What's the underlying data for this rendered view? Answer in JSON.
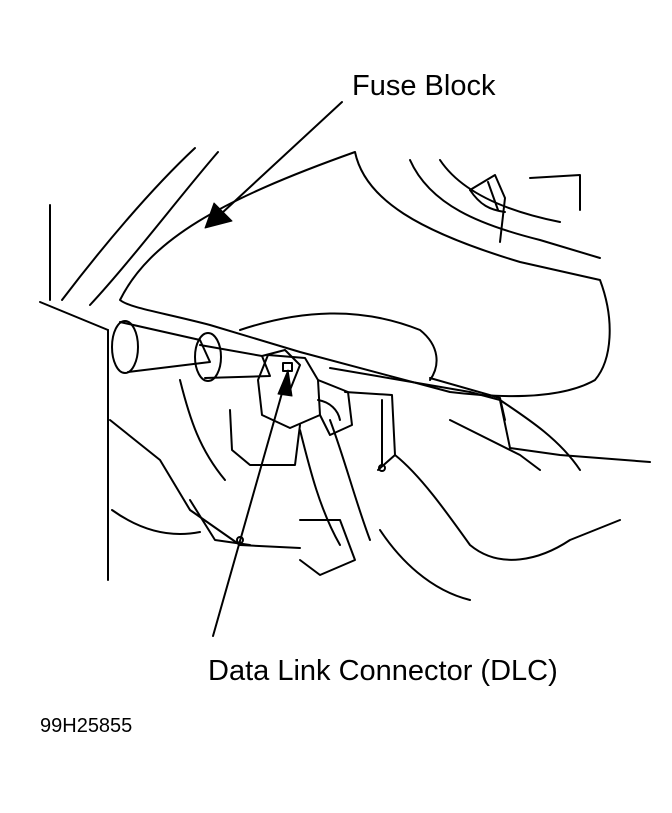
{
  "labels": {
    "fuse_block": "Fuse Block",
    "dlc": "Data Link Connector (DLC)"
  },
  "figure_id": "99H25855",
  "colors": {
    "line": "#000000",
    "background": "#ffffff"
  }
}
